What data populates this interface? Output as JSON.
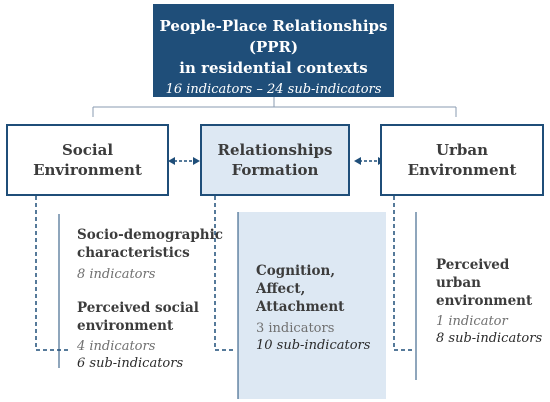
{
  "top": {
    "title_line1": "People-Place Relationships (PPR)",
    "title_line2": "in residential contexts",
    "subtitle": "16 indicators – 24 sub-indicators"
  },
  "boxes": {
    "social": "Social Environment",
    "relationships_line1": "Relationships",
    "relationships_line2": "Formation",
    "urban": "Urban Environment"
  },
  "social_details": {
    "sociodemo_line1": "Socio-demographic",
    "sociodemo_line2": "characteristics",
    "sociodemo_count": "8 indicators",
    "perceived_line1": "Perceived social",
    "perceived_line2": "environment",
    "perceived_indicators": "4 indicators",
    "perceived_sub": "6 sub-indicators"
  },
  "center_details": {
    "line1": "Cognition, Affect,",
    "line2": "Attachment",
    "indicators": "3 indicators",
    "sub": "10 sub-indicators"
  },
  "urban_details": {
    "line1": "Perceived urban",
    "line2": "environment",
    "indicators": "1 indicator",
    "sub": "8 sub-indicators"
  },
  "colors": {
    "dark_blue": "#1f4e79",
    "light_blue": "#dde8f3"
  }
}
